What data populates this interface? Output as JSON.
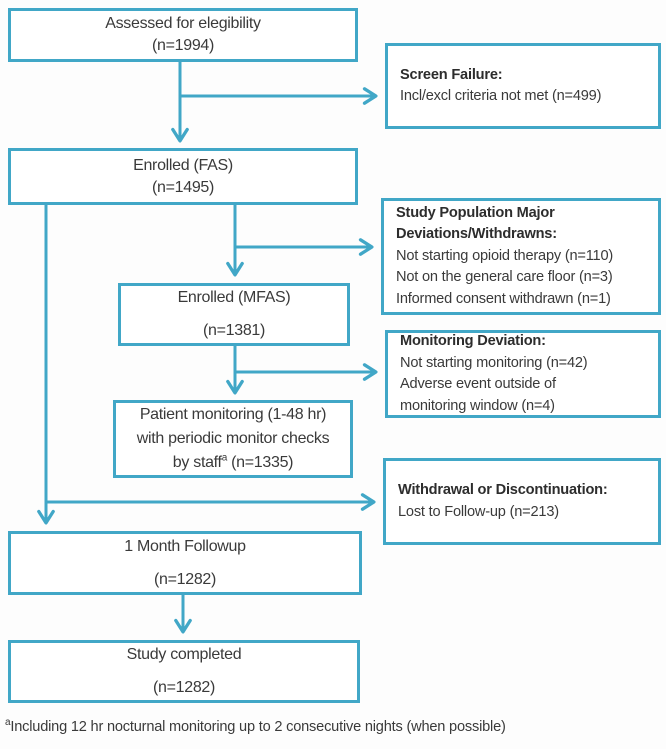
{
  "colors": {
    "accent": "#41a7c7",
    "text": "#3a3a3a",
    "bold_text": "#2d2d2d",
    "background": "#fdfdfd"
  },
  "boxes": {
    "assessed": {
      "line1": "Assessed for elegibility",
      "line2": "(n=1994)"
    },
    "screen_failure": {
      "title": "Screen Failure:",
      "line1": "Incl/excl criteria not met (n=499)"
    },
    "enrolled_fas": {
      "line1": "Enrolled (FAS)",
      "line2": "(n=1495)"
    },
    "study_population": {
      "title1": "Study Population Major",
      "title2": "Deviations/Withdrawns:",
      "line1": "Not starting opioid therapy (n=110)",
      "line2": "Not on the general care floor (n=3)",
      "line3": "Informed consent withdrawn (n=1)"
    },
    "enrolled_mfas": {
      "line1": "Enrolled (MFAS)",
      "line2": "(n=1381)"
    },
    "monitoring_deviation": {
      "title": "Monitoring Deviation:",
      "line1": "Not starting monitoring (n=42)",
      "line2": "Adverse event outside of",
      "line3": "monitoring window (n=4)"
    },
    "patient_monitoring": {
      "line1": "Patient monitoring (1-48 hr)",
      "line2": "with periodic monitor checks",
      "line3_prefix": "by staff",
      "footnote_marker": "a",
      "line3_suffix": " (n=1335)"
    },
    "withdrawal": {
      "title": "Withdrawal or Discontinuation:",
      "line1": "Lost to Follow-up (n=213)"
    },
    "one_month": {
      "line1": "1 Month Followup",
      "line2": "(n=1282)"
    },
    "completed": {
      "line1": "Study completed",
      "line2": "(n=1282)"
    }
  },
  "footnote": {
    "marker": "a",
    "text": "Including 12 hr nocturnal monitoring up to 2 consecutive nights (when possible)"
  }
}
